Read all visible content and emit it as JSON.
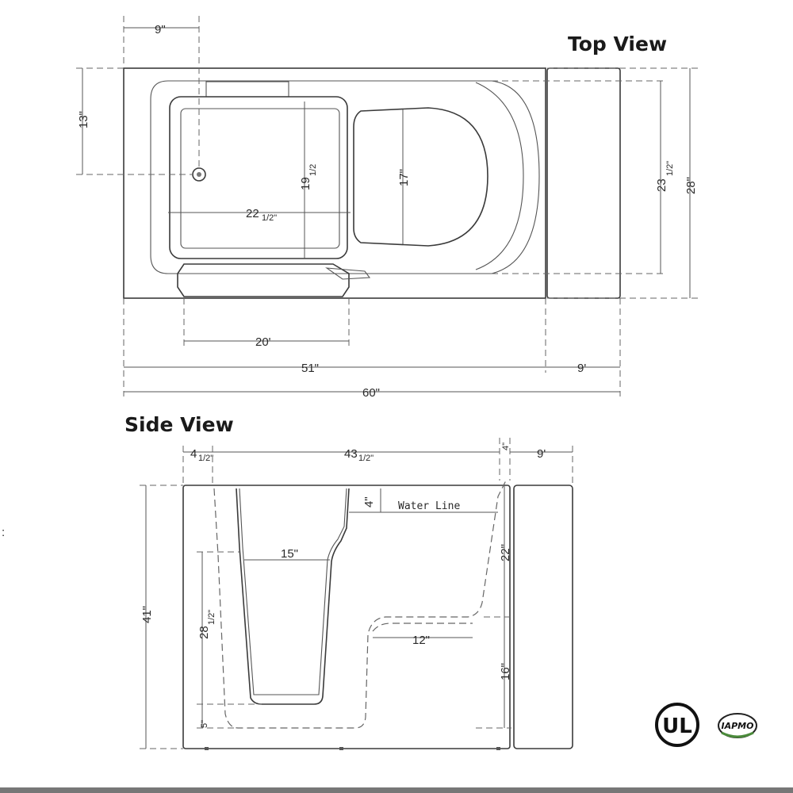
{
  "top_view": {
    "title": "Top View",
    "dims": {
      "drain_offset_x": "9\"",
      "drain_offset_y": "13\"",
      "footwell_width": "22",
      "footwell_width_frac": "1/2\"",
      "footwell_depth": "19",
      "footwell_depth_frac": "1/2",
      "seat_depth": "17\"",
      "door_width": "20'",
      "tub_length": "51\"",
      "panel_width": "9'",
      "overall_length": "60\"",
      "inner_width": "23",
      "inner_width_frac": "1/2\"",
      "overall_width": "28\""
    }
  },
  "side_view": {
    "title": "Side View",
    "water_line_label": "Water Line",
    "dims": {
      "front_offset": "4",
      "front_offset_frac": "1/2\"",
      "interior_length": "43",
      "interior_length_frac": "1/2\"",
      "top_small": "4\"",
      "panel_width": "9'",
      "water_line_drop": "4\"",
      "footwell_width": "15\"",
      "seat_back_height": "22\"",
      "overall_height": "41\"",
      "footwell_height": "28",
      "footwell_height_frac": "1/2\"",
      "seat_width": "12\"",
      "seat_height": "16\"",
      "base_height": "5\""
    }
  },
  "logos": {
    "ul": "UL",
    "iapmo": "IAPMO"
  },
  "colors": {
    "line": "#3a3a3a",
    "text": "#2a2a2a",
    "bottom_bar": "#777777"
  }
}
